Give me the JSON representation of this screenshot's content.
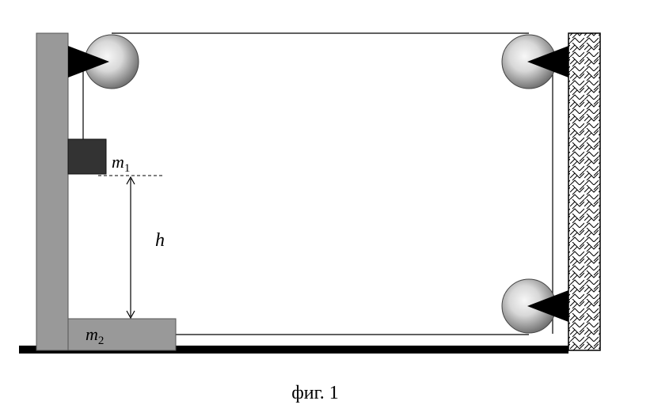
{
  "figure": {
    "mass1_label": "m",
    "mass1_subscript": "1",
    "mass2_label": "m",
    "mass2_subscript": "2",
    "height_label": "h",
    "caption": "фиг. 1"
  },
  "colors": {
    "stand": "#999999",
    "floor": "#000000",
    "mass1_block": "#333333",
    "string": "#000000",
    "pulley_dark": "#7a7a7a",
    "pulley_light": "#f4f4f4",
    "pulley_bracket": "#000000",
    "wall_hatch": "#000000",
    "background": "#ffffff"
  },
  "icons": {
    "pulley": "pulley-icon",
    "pulley_bracket": "triangle-bracket-icon",
    "wall": "hatched-wall-icon"
  }
}
